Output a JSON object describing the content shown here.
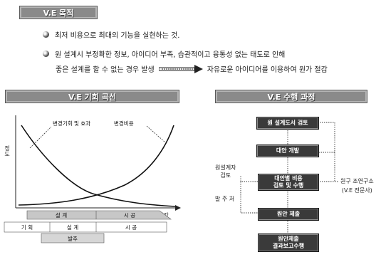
{
  "title_badge": "V.E 목적",
  "bullets": [
    "최저 비용으로 최대의 기능을 실현하는 것.",
    "원 설계시 부정확한 정보, 아이디어 부족, 습관적이고 융통성 없는 태도로 인해"
  ],
  "line3_left": "좋은 설계를 할 수 없는 경우 발생",
  "line3_right": "자유로운 아이디어를 이용하여 원가 절감",
  "left_panel": {
    "header": "V.E 기회 곡선",
    "ylabel": "정도",
    "xlabel": "시간",
    "curve_label_1": "변경기회 및 효과",
    "curve_label_2": "변경비용",
    "phase_top": [
      "설 계",
      "시 공"
    ],
    "phase_mid": [
      "기 획",
      "설 계",
      "시 공"
    ],
    "phase_bottom": "발주"
  },
  "right_panel": {
    "header": "V.E 수행 과정",
    "steps": [
      "원 설계도서 검토",
      "대안 개발",
      "대안별 비용\n검토 및 수행",
      "원안 제출",
      "원안제출\n결과보고수행"
    ],
    "side_left_1": "원설계자\n검토",
    "side_left_2": "발 주 처",
    "side_right": "원구 조연구소\n(V.E 전문사)"
  },
  "colors": {
    "header_bg": "#8a8a8a",
    "node_bg": "#3a3a3a"
  }
}
